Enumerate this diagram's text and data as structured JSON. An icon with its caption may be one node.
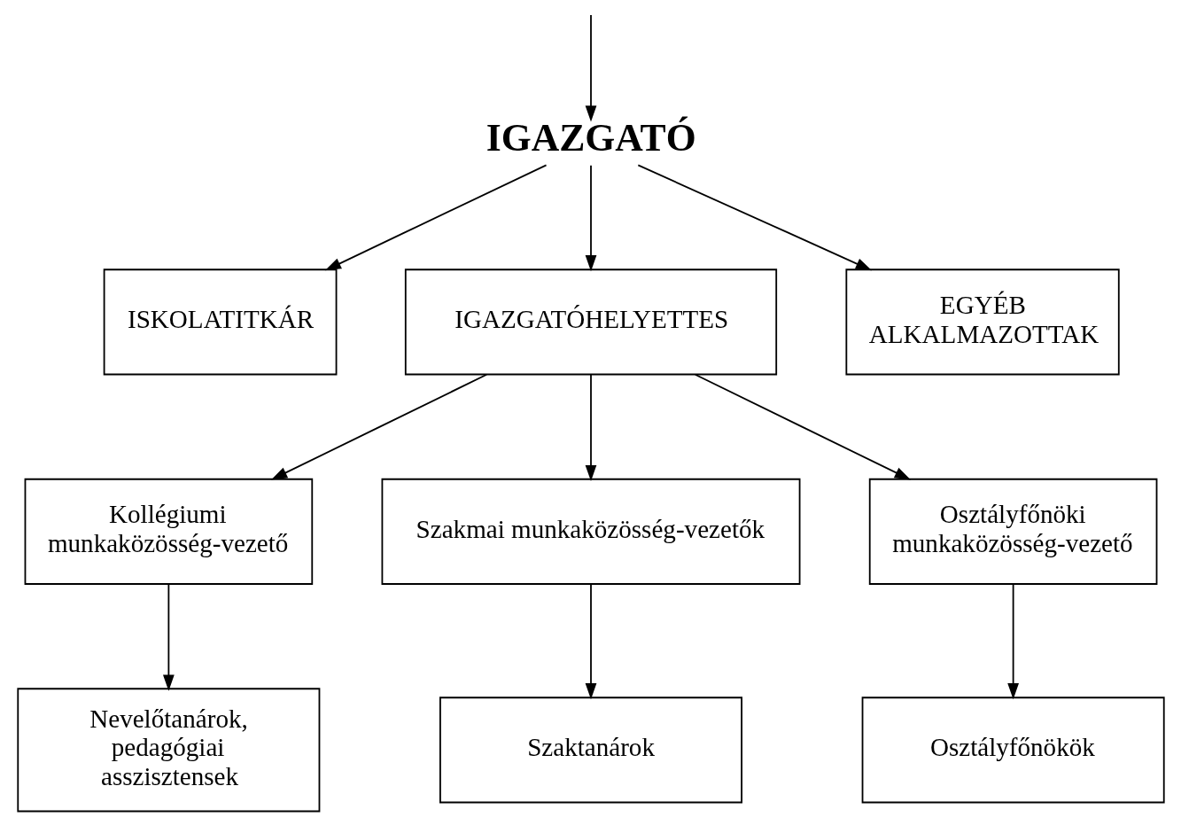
{
  "diagram": {
    "nodes": [
      {
        "text": [
          "IGAZGATÓ"
        ]
      },
      {
        "text": [
          "ISKOLATITKÁR"
        ]
      },
      {
        "text": [
          "IGAZGATÓHELYETTES"
        ]
      },
      {
        "text": [
          "EGYÉB ALKALMAZOTTAK"
        ]
      },
      {
        "text": [
          "Kollégiumi munkaközösség-vezető"
        ]
      },
      {
        "text": [
          "Szakmai munkaközösség-vezetők"
        ]
      },
      {
        "text": [
          "Osztályfőnöki munkaközösség-vezető"
        ]
      },
      {
        "text": [
          "Nevelőtanárok, pedagógiai asszisztensek"
        ]
      },
      {
        "text": [
          "Szaktanárok"
        ]
      },
      {
        "text": [
          "Osztályfőnökök"
        ]
      }
    ],
    "edges": [
      {
        "from": null,
        "to": 0,
        "arrow": "to"
      },
      {
        "from": 0,
        "to": 1,
        "arrow": "to"
      },
      {
        "from": 0,
        "to": 2,
        "arrow": "to"
      },
      {
        "from": 0,
        "to": 3,
        "arrow": "to"
      },
      {
        "from": 2,
        "to": 4,
        "arrow": "to"
      },
      {
        "from": 2,
        "to": 5,
        "arrow": "to"
      },
      {
        "from": 2,
        "to": 6,
        "arrow": "to"
      },
      {
        "from": 4,
        "to": 7,
        "arrow": "to"
      },
      {
        "from": 5,
        "to": 8,
        "arrow": "to"
      },
      {
        "from": 6,
        "to": 9,
        "arrow": "to"
      }
    ]
  }
}
